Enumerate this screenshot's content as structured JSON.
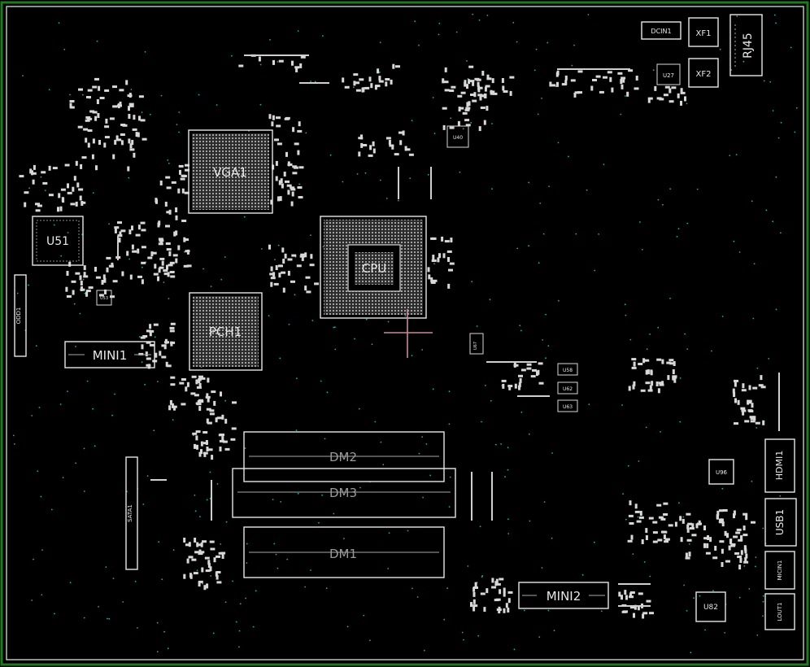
{
  "board_colors": {
    "background": "#000000",
    "frame": "#1f7a1f",
    "outline": "#e6e6e6",
    "via": "#2aa6a6",
    "cursor": "#c98a96"
  },
  "components": {
    "cpu": "CPU",
    "vga": "VGA1",
    "pch": "PCH1",
    "dm1": "DM1",
    "dm2": "DM2",
    "dm3": "DM3",
    "mini1": "MINI1",
    "mini2": "MINI2",
    "u51": "U51",
    "rj45": "RJ45",
    "xf1": "XF1",
    "xf2": "XF2",
    "dcin": "DCIN1",
    "u27": "U27",
    "hdmi": "HDMI1",
    "usb": "USB1",
    "micin": "MICIN1",
    "lout": "LOUT1",
    "u82": "U82",
    "u96": "U96",
    "u40": "U40",
    "sata": "SATA1",
    "odd": "ODD1",
    "u53": "U53",
    "u58": "U58",
    "u62": "U62",
    "u63": "U63",
    "u67": "U67"
  }
}
